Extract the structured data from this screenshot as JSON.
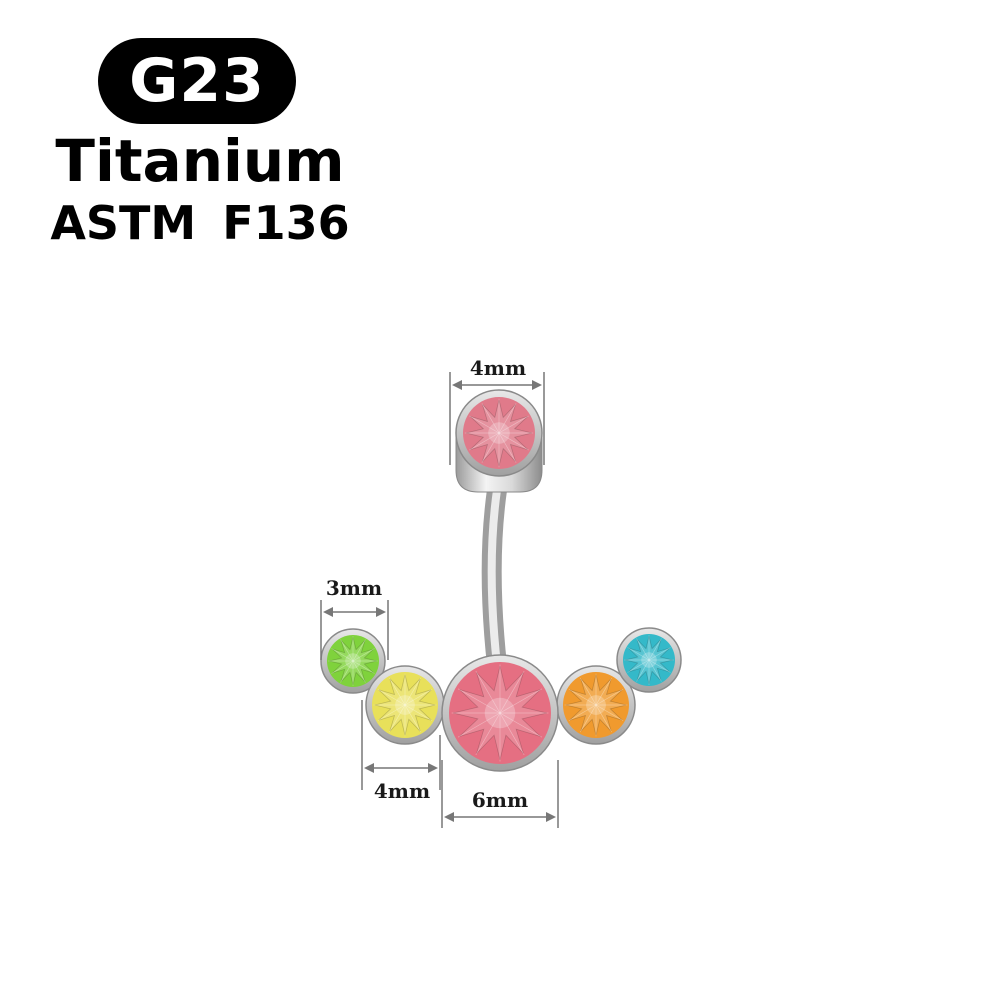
{
  "header": {
    "grade": "G23",
    "material": "Titanium",
    "standard": "ASTM  F136"
  },
  "dimensions": {
    "top_gem": "4mm",
    "small_gem": "3mm",
    "side_gem": "4mm",
    "center_gem": "6mm"
  },
  "gem_colors": {
    "top": "#e07a8a",
    "green": "#7fd23c",
    "yellow": "#e8e05a",
    "center": "#e56f82",
    "orange": "#f09a2e",
    "teal": "#34b9c9"
  }
}
